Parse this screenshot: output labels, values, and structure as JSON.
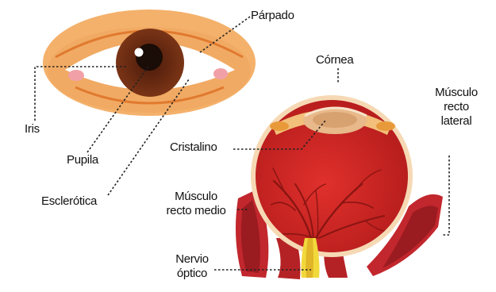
{
  "labels": {
    "parpado": "Párpado",
    "cornea": "Córnea",
    "iris": "Iris",
    "pupila": "Pupila",
    "esclerotica": "Esclerótica",
    "cristalino": "Cristalino",
    "musculo_lateral": [
      "Músculo",
      "recto",
      "lateral"
    ],
    "musculo_medio": [
      "Músculo",
      "recto medio"
    ],
    "nervio": [
      "Nervio",
      "óptico"
    ]
  },
  "colors": {
    "eyelid_skin": "#f4b16b",
    "eyelid_fold": "#e07a2f",
    "sclera": "#ffffff",
    "iris": "#6b2a12",
    "pupil": "#1a0c06",
    "eyeball": "#d82826",
    "vessels": "#8a1512",
    "lens": "#e8b98a",
    "muscle": "#c1272d",
    "optic_nerve": "#f2d93b",
    "leader_line": "#222222"
  }
}
